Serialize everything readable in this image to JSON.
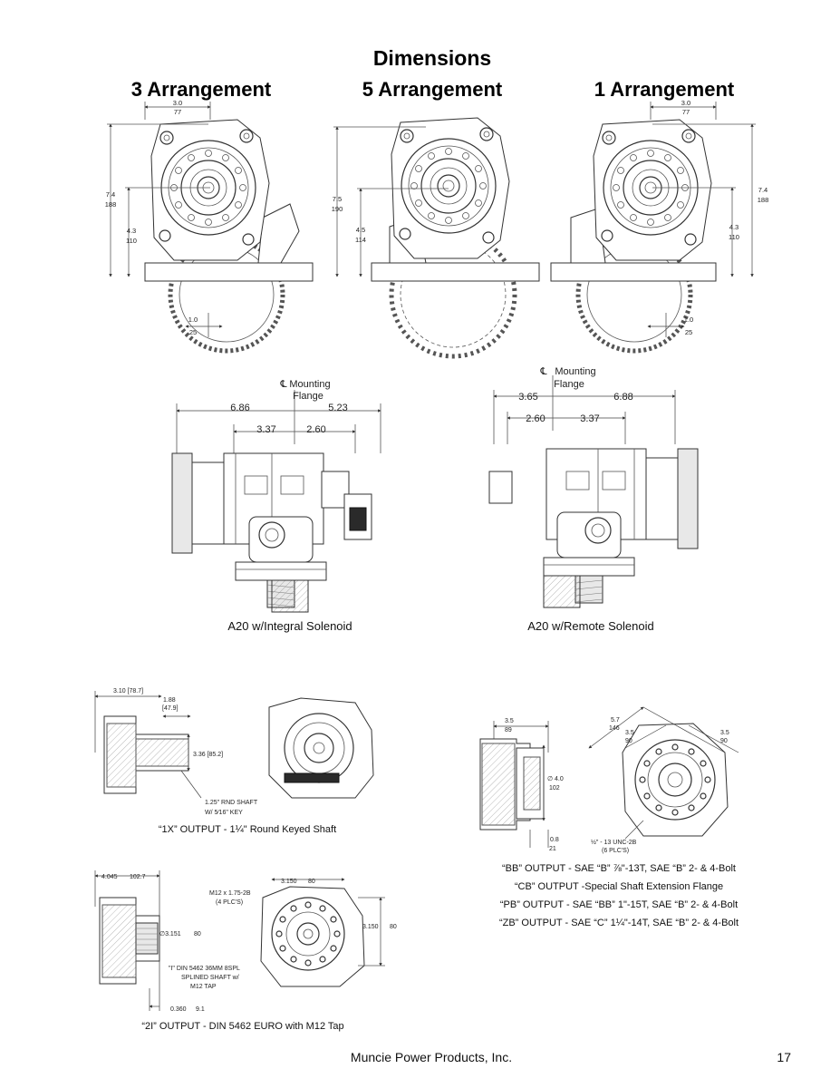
{
  "page": {
    "title": "Dimensions",
    "footer_company": "Muncie Power Products, Inc.",
    "page_number": "17"
  },
  "arrangements": [
    {
      "heading": "3 Arrangement",
      "top_dim": "3.0",
      "top_dim_mm": "77",
      "height": "7.4",
      "height_mm": "188",
      "shaft_h": "4.3",
      "shaft_h_mm": "110",
      "bottom_dim": "1.0",
      "bottom_dim_mm": "25"
    },
    {
      "heading": "5 Arrangement",
      "height": "7.5",
      "height_mm": "190",
      "shaft_h": "4.5",
      "shaft_h_mm": "114"
    },
    {
      "heading": "1 Arrangement",
      "top_dim": "3.0",
      "top_dim_mm": "77",
      "height": "7.4",
      "height_mm": "188",
      "shaft_h": "4.3",
      "shaft_h_mm": "110",
      "bottom_dim": "1.0",
      "bottom_dim_mm": "25"
    }
  ],
  "side_views": [
    {
      "caption": "A20 w/Integral Solenoid",
      "cl_label_1": "Mounting",
      "cl_label_2": "Flange",
      "dim_left": "6.86",
      "dim_right": "5.23",
      "dim_in_left": "3.37",
      "dim_in_right": "2.60"
    },
    {
      "caption": "A20 w/Remote Solenoid",
      "cl_label_1": "Mounting",
      "cl_label_2": "Flange",
      "dim_left": "3.65",
      "dim_right": "6.88",
      "dim_in_left": "2.60",
      "dim_in_right": "3.37"
    }
  ],
  "centerline_symbol": "℄",
  "output_1x": {
    "dim_a": "3.10 [78.7]",
    "dim_b1": "1.88",
    "dim_b2": "[47.9]",
    "dim_c": "3.36 [85.2]",
    "note_1": "1.25\" RND SHAFT",
    "note_2": "W/ 5⁄16\" KEY",
    "caption": "“1X” OUTPUT - 1¼\" Round Keyed Shaft"
  },
  "output_2i": {
    "dim_a": "4.045",
    "dim_a_mm": "102.7",
    "dim_tap_1": "M12 x 1.75-2B",
    "dim_tap_2": "(4 PLC'S)",
    "dim_top": "3.150",
    "dim_top_mm": "80",
    "dim_right": "3.150",
    "dim_right_mm": "80",
    "dim_dia": "∅3.151",
    "dim_dia_mm": "80",
    "note_1": "\"I\" DIN 5462 36MM 8SPL",
    "note_2": "SPLINED SHAFT w/",
    "note_3": "M12 TAP",
    "dim_bottom": "0.360",
    "dim_bottom_mm": "9.1",
    "caption": "“2I” OUTPUT - DIN 5462 EURO with M12 Tap"
  },
  "output_sae": {
    "dim_a": "3.5",
    "dim_a_mm": "89",
    "dim_dia": "∅ 4.0",
    "dim_dia_mm": "102",
    "dim_bottom": "0.8",
    "dim_bottom_mm": "21",
    "dim_diag": "5.7",
    "dim_diag_mm": "146",
    "dim_l": "3.5",
    "dim_l_mm": "90",
    "dim_r": "3.5",
    "dim_r_mm": "90",
    "bolt_note_1": "½\" - 13 UNC-2B",
    "bolt_note_2": "(6 PLC'S)",
    "captions": [
      "“BB” OUTPUT - SAE “B” ⅞\"-13T, SAE “B” 2- & 4-Bolt",
      "“CB” OUTPUT -Special Shaft Extension Flange",
      "“PB” OUTPUT - SAE “BB” 1\"-15T, SAE “B” 2- & 4-Bolt",
      "“ZB” OUTPUT - SAE “C” 1¼\"-14T, SAE “B” 2- & 4-Bolt"
    ]
  }
}
